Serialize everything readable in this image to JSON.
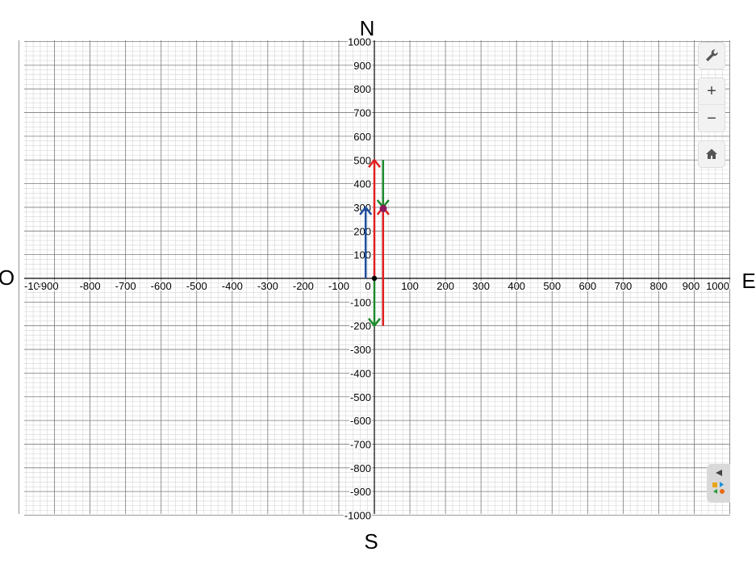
{
  "graph": {
    "x_range": [
      -1000,
      1000
    ],
    "y_range": [
      -1000,
      1000
    ],
    "major_step": 100,
    "minor_step": 20,
    "x_tick_labels": [
      "-100",
      "-900",
      "-800",
      "-700",
      "-600",
      "-500",
      "-400",
      "-300",
      "-200",
      "-100",
      "0",
      "100",
      "200",
      "300",
      "400",
      "500",
      "600",
      "700",
      "800",
      "900",
      "1000"
    ],
    "y_tick_labels": [
      "1000",
      "900",
      "800",
      "700",
      "600",
      "500",
      "400",
      "300",
      "200",
      "100",
      "-100",
      "-200",
      "-300",
      "-400",
      "-500",
      "-600",
      "-700",
      "-800",
      "-900",
      "-1000"
    ],
    "directions": {
      "north": "N",
      "south": "S",
      "east": "E",
      "west": "O"
    },
    "vectors": [
      {
        "color": "#1f4e9c",
        "from": [
          -20,
          0
        ],
        "to": [
          -20,
          300
        ]
      },
      {
        "color": "#e01f1f",
        "from": [
          0,
          0
        ],
        "to": [
          0,
          500
        ]
      },
      {
        "color": "#1e8a2e",
        "from": [
          20,
          500
        ],
        "to": [
          20,
          300
        ]
      },
      {
        "color": "#1e8a2e",
        "from": [
          0,
          0
        ],
        "to": [
          0,
          -200
        ]
      },
      {
        "color": "#e01f1f",
        "from": [
          20,
          -200
        ],
        "to": [
          20,
          300
        ]
      }
    ],
    "points": [
      {
        "color": "#000000",
        "at": [
          0,
          0
        ]
      },
      {
        "color": "#8b1a5a",
        "at": [
          25,
          295
        ]
      }
    ],
    "colors": {
      "grid_major": "#7a7a7a",
      "grid_minor": "#d4d4d4",
      "axis": "#000000"
    }
  },
  "toolbar": {
    "settings_icon": "wrench-icon",
    "zoom_in_label": "+",
    "zoom_out_label": "−",
    "home_icon": "home-icon"
  },
  "side_panel": {
    "icon": "shapes-icon"
  }
}
